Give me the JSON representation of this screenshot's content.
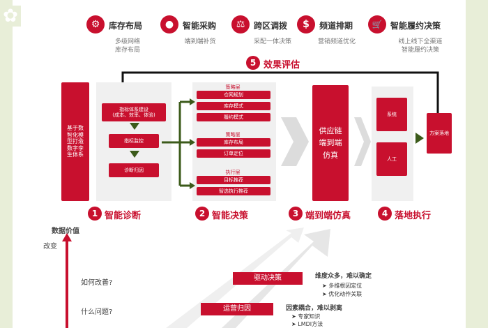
{
  "top_row": [
    {
      "icon": "gear-icon",
      "glyph": "⚙",
      "label": "库存布局",
      "caption": "多级网络\n库存布局"
    },
    {
      "icon": "person-icon",
      "glyph": "●",
      "label": "智能采购",
      "caption": "端到端补货"
    },
    {
      "icon": "scale-icon",
      "glyph": "⚖",
      "label": "跨区调拨",
      "caption": "采配一体决策"
    },
    {
      "icon": "dollar-icon",
      "glyph": "$",
      "label": "频道排期",
      "caption": "营销频道优化"
    },
    {
      "icon": "cart-icon",
      "glyph": "🛒",
      "label": "智能履约决策",
      "caption": "线上线下全渠道\n智能履约决策"
    }
  ],
  "feedback": {
    "num": "5",
    "label": "效果评估"
  },
  "diagnose": {
    "side_box": "基于数\n智化模\n型打造\n数字孪\n生体系",
    "boxes": [
      "指标体系建设\n(成本、效率、体验)",
      "指标监控",
      "诊断归因"
    ]
  },
  "decide": {
    "groups": [
      {
        "title": "策略层",
        "items": [
          "仓网规划",
          "库存模式",
          "履约模式"
        ]
      },
      {
        "title": "策略层",
        "items": [
          "库存布局",
          "订单定位"
        ]
      },
      {
        "title": "执行层",
        "items": [
          "目标推荐",
          "智选执行推荐"
        ]
      }
    ]
  },
  "simulate": {
    "box": "供应链\n端到端\n仿真"
  },
  "execute": {
    "boxes": [
      "系统",
      "人工"
    ],
    "final_box": "方案落地"
  },
  "steps": [
    {
      "num": "1",
      "label": "智能诊断"
    },
    {
      "num": "2",
      "label": "智能决策"
    },
    {
      "num": "3",
      "label": "端到端仿真"
    },
    {
      "num": "4",
      "label": "落地执行"
    }
  ],
  "bottom": {
    "axis_label": "数据价值",
    "change": "改变",
    "q1": "如何改善?",
    "q2": "什么问题?",
    "tag1": "驱动决策",
    "tag2": "运营归因",
    "note1": "维度众多，难以确定",
    "note1_items": [
      "多维根因定位",
      "优化动作关联"
    ],
    "note2": "因素耦合，难以剥离",
    "note2_items": [
      "专家知识",
      "LMDI方法"
    ]
  }
}
